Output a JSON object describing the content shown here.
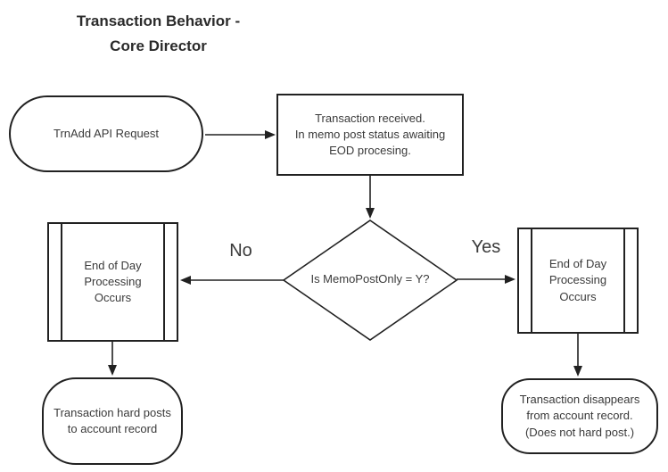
{
  "title": {
    "text": "Transaction  Behavior -\nCore Director"
  },
  "nodes": {
    "start": {
      "label": "TrnAdd API Request",
      "shape": "terminator"
    },
    "received": {
      "label": "Transaction received.\nIn memo post status awaiting\nEOD procesing.",
      "shape": "process"
    },
    "decision": {
      "label": "Is MemoPostOnly = Y?",
      "shape": "decision"
    },
    "eod_left": {
      "label": "End of Day\nProcessing\nOccurs",
      "shape": "predefined-process"
    },
    "eod_right": {
      "label": "End of Day\nProcessing\nOccurs",
      "shape": "predefined-process"
    },
    "hard_post": {
      "label": "Transaction hard posts\nto account record",
      "shape": "terminator"
    },
    "disappears": {
      "label": "Transaction disappears\nfrom account record.\n(Does not hard post.)",
      "shape": "terminator"
    }
  },
  "edges": {
    "no_label": "No",
    "yes_label": "Yes"
  },
  "colors": {
    "stroke": "#212121",
    "text": "#3a3a3a",
    "background": "#ffffff"
  }
}
